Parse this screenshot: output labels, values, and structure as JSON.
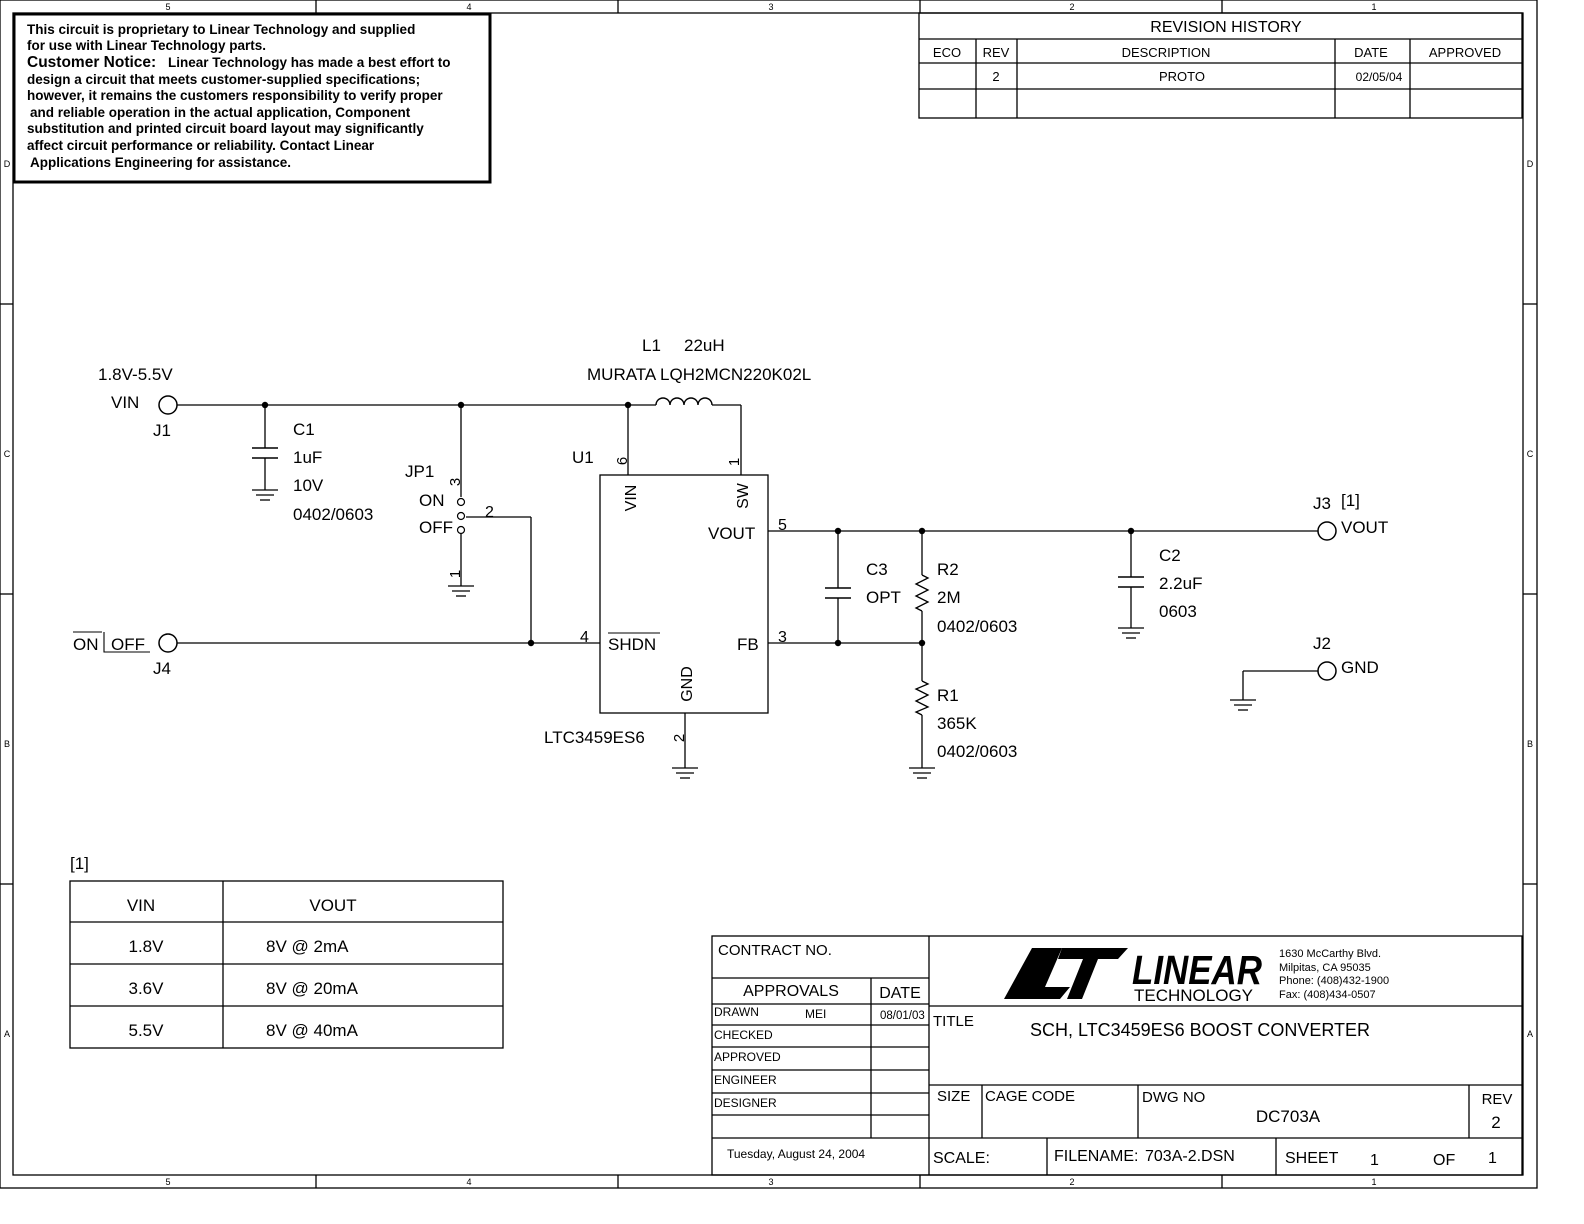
{
  "frame": {
    "col_markers": [
      "5",
      "4",
      "3",
      "2",
      "1"
    ],
    "row_markers": [
      "D",
      "C",
      "B",
      "A"
    ]
  },
  "notice": {
    "line1": "This circuit is proprietary to Linear Technology and supplied",
    "line2": "for use with Linear Technology parts.",
    "heading": "Customer Notice:",
    "line3": "Linear Technology has made a best effort to",
    "line4": "design a circuit that meets customer-supplied specifications;",
    "line5": "however, it remains the customers responsibility to verify proper",
    "line6": "and reliable operation in the actual application, Component",
    "line7": "substitution and printed circuit board layout may significantly",
    "line8": "affect circuit performance or reliability. Contact Linear",
    "line9": "Applications Engineering for assistance."
  },
  "revision": {
    "title": "REVISION HISTORY",
    "headers": [
      "ECO",
      "REV",
      "DESCRIPTION",
      "DATE",
      "APPROVED"
    ],
    "row": {
      "eco": "",
      "rev": "2",
      "description": "PROTO",
      "date": "02/05/04",
      "approved": ""
    }
  },
  "schematic": {
    "vin_range": "1.8V-5.5V",
    "vin_label": "VIN",
    "j1": "J1",
    "c1": {
      "ref": "C1",
      "value": "1uF",
      "voltage": "10V",
      "package": "0402/0603"
    },
    "jp1": {
      "ref": "JP1",
      "on": "ON",
      "off": "OFF",
      "pin1": "1",
      "pin2": "2",
      "pin3": "3"
    },
    "l1": {
      "ref": "L1",
      "value": "22uH",
      "part": "MURATA LQH2MCN220K02L"
    },
    "u1": {
      "ref": "U1",
      "part": "LTC3459ES6",
      "vin": "VIN",
      "sw": "SW",
      "vout": "VOUT",
      "shdn": "SHDN",
      "fb": "FB",
      "gnd": "GND",
      "pin_vin": "6",
      "pin_sw": "1",
      "pin_vout": "5",
      "pin_shdn": "4",
      "pin_fb": "3",
      "pin_gnd": "2"
    },
    "shdn_on": "ON",
    "shdn_off": "OFF",
    "j4": "J4",
    "c3": {
      "ref": "C3",
      "value": "OPT"
    },
    "r2": {
      "ref": "R2",
      "value": "2M",
      "package": "0402/0603"
    },
    "r1": {
      "ref": "R1",
      "value": "365K",
      "package": "0402/0603"
    },
    "c2": {
      "ref": "C2",
      "value": "2.2uF",
      "package": "0603"
    },
    "j3": {
      "ref": "J3",
      "note": "[1]",
      "label": "VOUT"
    },
    "j2": {
      "ref": "J2",
      "label": "GND"
    }
  },
  "output_table": {
    "note": "[1]",
    "headers": [
      "VIN",
      "VOUT"
    ],
    "rows": [
      {
        "vin": "1.8V",
        "vout": "8V @ 2mA"
      },
      {
        "vin": "3.6V",
        "vout": "8V @ 20mA"
      },
      {
        "vin": "5.5V",
        "vout": "8V @ 40mA"
      }
    ]
  },
  "title_block": {
    "contract": "CONTRACT NO.",
    "approvals": "APPROVALS",
    "date_header": "DATE",
    "drawn": "DRAWN",
    "drawn_by": "MEI",
    "drawn_date": "08/01/03",
    "checked": "CHECKED",
    "approved": "APPROVED",
    "engineer": "ENGINEER",
    "designer": "DESIGNER",
    "print_date": "Tuesday, August 24, 2004",
    "logo_text": "LINEAR",
    "technology": "TECHNOLOGY",
    "address1": "1630 McCarthy Blvd.",
    "address2": "Milpitas, CA 95035",
    "phone": "Phone: (408)432-1900",
    "fax": "Fax: (408)434-0507",
    "title_label": "TITLE",
    "title": "SCH, LTC3459ES6 BOOST CONVERTER",
    "size_label": "SIZE",
    "cage_label": "CAGE CODE",
    "dwg_label": "DWG NO",
    "dwg_no": "DC703A",
    "rev_label": "REV",
    "rev": "2",
    "scale_label": "SCALE:",
    "filename_label": "FILENAME:",
    "filename": "703A-2.DSN",
    "sheet_label": "SHEET",
    "sheet": "1",
    "of_label": "OF",
    "of": "1"
  }
}
